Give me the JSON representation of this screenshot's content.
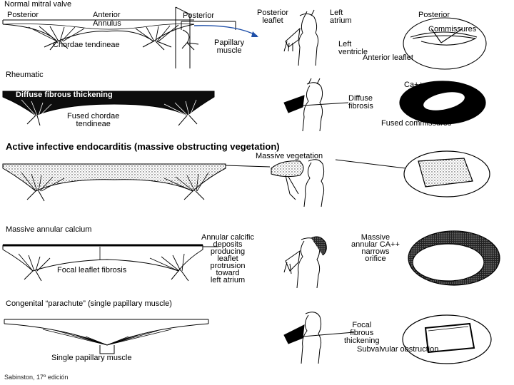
{
  "source_credit": "Sabinston, 17º edición",
  "sections": [
    {
      "title": "Normal mitral valve",
      "labels": {
        "posterior": "Posterior",
        "anterior": "Anterior",
        "annulus": "Annulus",
        "chordae": "Chordae tendineae",
        "posterior_panel": "Posterior",
        "posterior_leaflet": "Posterior\nleaflet",
        "left_atrium": "Left\natrium",
        "papillary_muscle": "Papillary\nmuscle",
        "left_ventricle": "Left\nventricle",
        "anterior_leaflet": "Anterior leaflet",
        "posterior_orifice": "Posterior",
        "commissures": "Commissures"
      }
    },
    {
      "title": "Rheumatic",
      "labels": {
        "diffuse_fibrous": "Diffuse fibrous thickening",
        "fused_chordae": "Fused chordae\ntendineae",
        "diffuse_fibrosis": "Diffuse\nfibrosis",
        "calcium": "Ca++",
        "fused_commissures": "Fused commissures"
      }
    },
    {
      "title": "Active infective endocarditis (massive obstructing vegetation)",
      "labels": {
        "massive_vegetation": "Massive vegetation"
      }
    },
    {
      "title": "Massive annular calcium",
      "labels": {
        "annular_calcific": "Annular calcific\ndeposits\nproducing\nleaflet\nprotrusion\ntoward\nleft atrium",
        "focal_leaflet_fibrosis": "Focal leaflet fibrosis",
        "massive_annular": "Massive\nannular CA++\nnarrows\norifice"
      }
    },
    {
      "title": "Congenital “parachute” (single papillary muscle)",
      "labels": {
        "single_papillary": "Single papillary muscle",
        "focal_fibrous": "Focal\nfibrous\nthickening",
        "subvalvular": "Subvalvular obstruction"
      }
    }
  ]
}
